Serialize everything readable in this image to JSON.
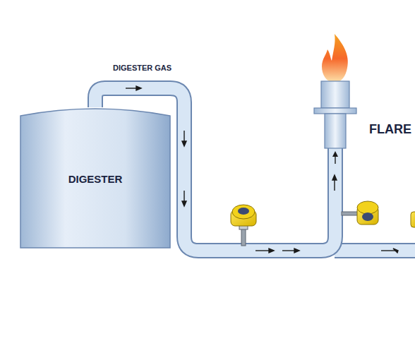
{
  "diagram": {
    "nodes": [
      {
        "text": [
          "DIGESTER"
        ]
      },
      {
        "text": [
          "FLARE"
        ]
      }
    ],
    "edges": [
      {
        "from": 0,
        "to": 1,
        "arrow": "to",
        "label": "DIGESTER GAS"
      }
    ]
  }
}
